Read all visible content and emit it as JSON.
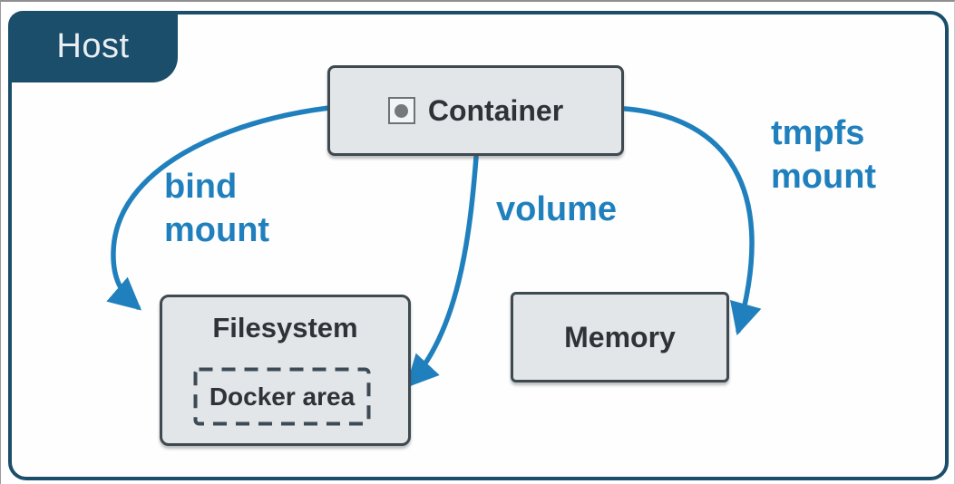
{
  "diagram": {
    "title_semantic": "Docker mount types diagram",
    "host": {
      "label": "Host"
    },
    "nodes": {
      "container": {
        "label": "Container",
        "icon": "container-dot-icon"
      },
      "filesystem": {
        "label": "Filesystem"
      },
      "docker_area": {
        "label": "Docker area"
      },
      "memory": {
        "label": "Memory"
      }
    },
    "edges": [
      {
        "id": "bind-mount",
        "from": "container",
        "to": "filesystem",
        "lines": [
          "bind",
          "mount"
        ]
      },
      {
        "id": "volume",
        "from": "container",
        "to": "docker_area",
        "lines": [
          "volume"
        ]
      },
      {
        "id": "tmpfs-mount",
        "from": "container",
        "to": "memory",
        "lines": [
          "tmpfs",
          "mount"
        ]
      }
    ],
    "colors": {
      "frame_navy": "#1a4e6b",
      "arrow_blue": "#2080bd",
      "edge_label_blue": "#2080bd",
      "node_fill": "#e3e6e8",
      "node_border": "#3f4950",
      "node_text": "#2e3338",
      "host_text": "#e9eef1"
    }
  }
}
